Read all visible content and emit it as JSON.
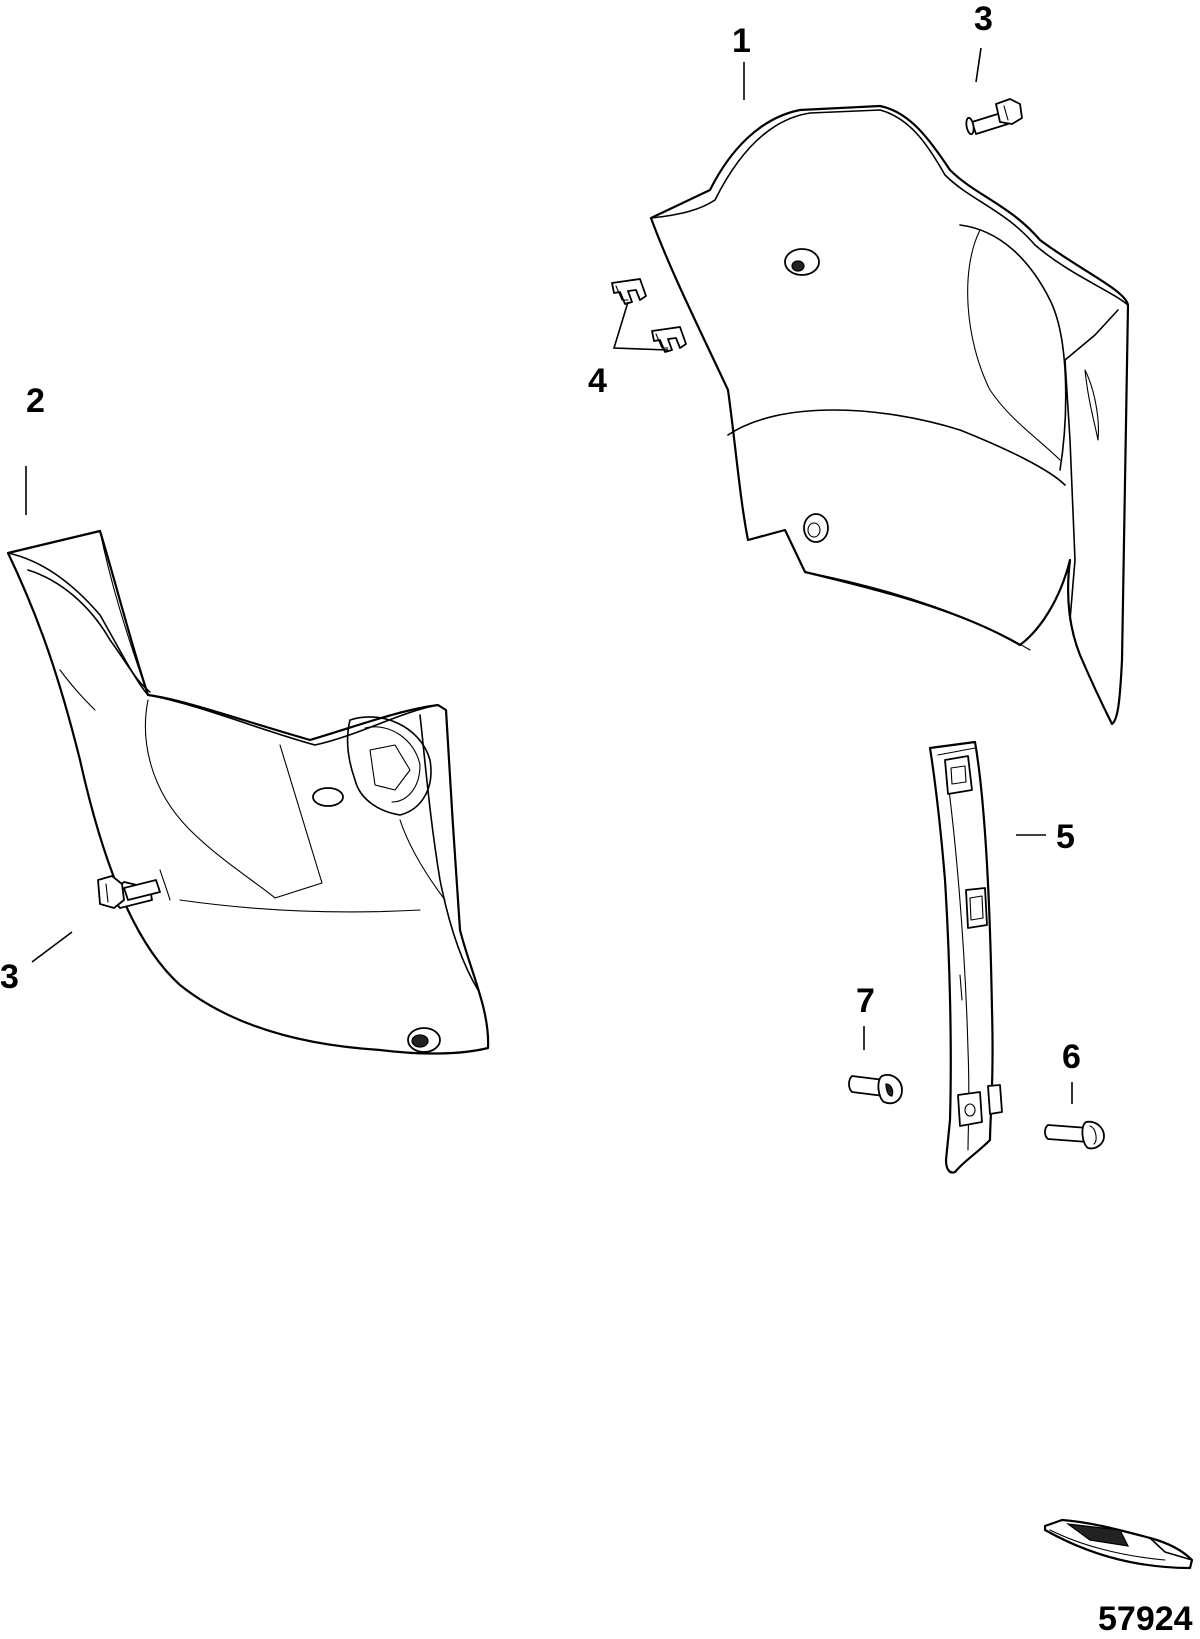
{
  "callouts": {
    "c1": "1",
    "c2": "2",
    "c3a": "3",
    "c3b": "3",
    "c4": "4",
    "c5": "5",
    "c6": "6",
    "c7": "7"
  },
  "figure_id": "57924"
}
